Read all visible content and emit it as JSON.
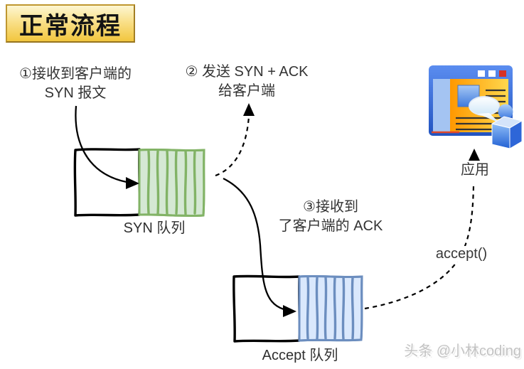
{
  "title": "正常流程",
  "steps": {
    "step1_line1": "①接收到客户端的",
    "step1_line2": "SYN 报文",
    "step2_line1": "② 发送 SYN + ACK",
    "step2_line2": "给客户端",
    "step3_line1": "③接收到",
    "step3_line2": "了客户端的 ACK"
  },
  "queues": {
    "syn": {
      "label": "SYN 队列",
      "fill": "#d5e8d4",
      "stroke": "#82b366"
    },
    "accept": {
      "label": "Accept 队列",
      "fill": "#dae8fc",
      "stroke": "#6c8ebf"
    }
  },
  "labels": {
    "accept_call": "accept()",
    "application": "应用"
  },
  "watermark": "头条 @小林coding",
  "colors": {
    "title_bg_top": "#fdf6d2",
    "title_bg_bottom": "#f2c63e",
    "title_border": "#bf9730",
    "hand_drawn_line": "#000000",
    "watermark_gray": "#c3c3c3"
  }
}
